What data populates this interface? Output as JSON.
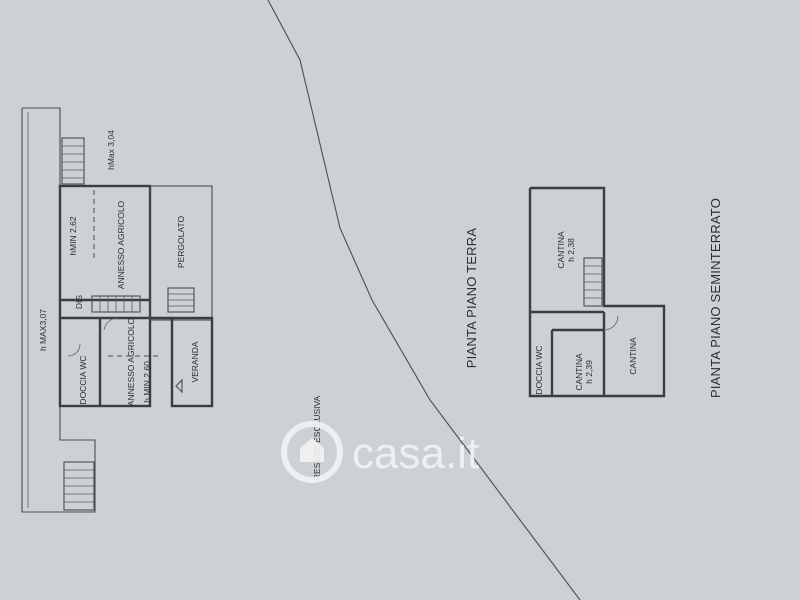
{
  "plan_ground": {
    "rooms": {
      "annesso_upper": "ANNESSO AGRICOLO",
      "annesso_lower": "ANNESSO AGRICOLO",
      "pergolato": "PERGOLATO",
      "veranda": "VERANDA",
      "doccia_wc": "DOCCIA WC",
      "dis": "DIS"
    },
    "heights": {
      "h_max_outer": "h MAX3,07",
      "h_max_annesso": "hMax 3,04",
      "h_min_annesso": "hMIN 2,62",
      "h_min_lower": "h MIN 2,60"
    }
  },
  "plan_basement": {
    "rooms": {
      "cantina_upper": "CANTINA",
      "cantina_small": "CANTINA",
      "cantina_right": "CANTINA",
      "doccia_wc": "DOCCIA WC"
    },
    "heights": {
      "h_cantina_upper": "h 2,38",
      "h_cantina_small": "h 2,39"
    }
  },
  "titles": {
    "piano_terra": "PIANTA PIANO TERRA",
    "piano_seminterrato": "PIANTA PIANO SEMINTERRATO",
    "resede": "RESEDE ESCLUSIVA"
  },
  "watermark": {
    "brand": "casa.it"
  }
}
